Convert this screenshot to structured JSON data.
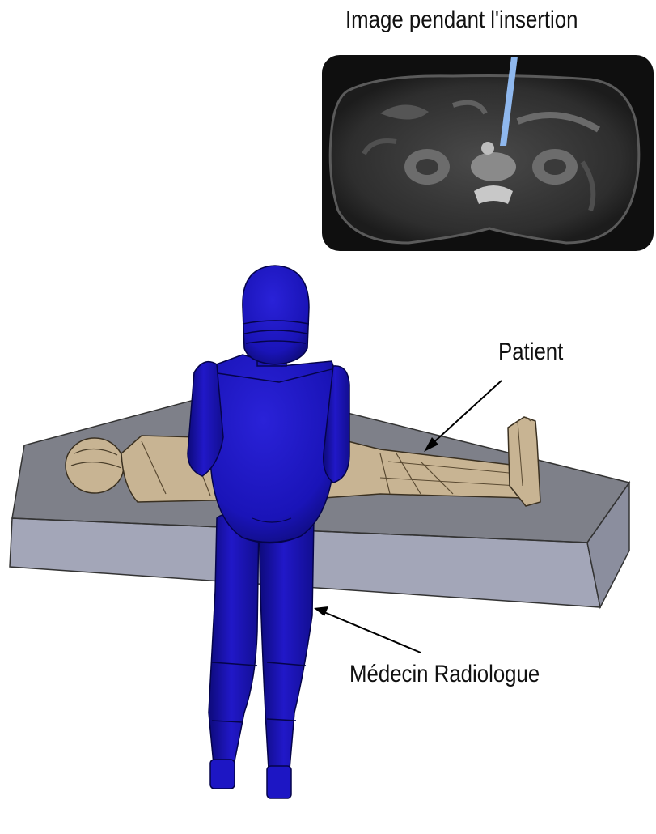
{
  "labels": {
    "ct_image_title": "Image pendant l'insertion",
    "patient": "Patient",
    "radiologist": "Médecin Radiologue"
  },
  "colors": {
    "radiologist": "#1a14b8",
    "patient": "#c8b493",
    "table_top": "#7e8089",
    "table_side": "#a3a6b8",
    "needle": "#8fb8ee",
    "ct_background": "#111111"
  }
}
